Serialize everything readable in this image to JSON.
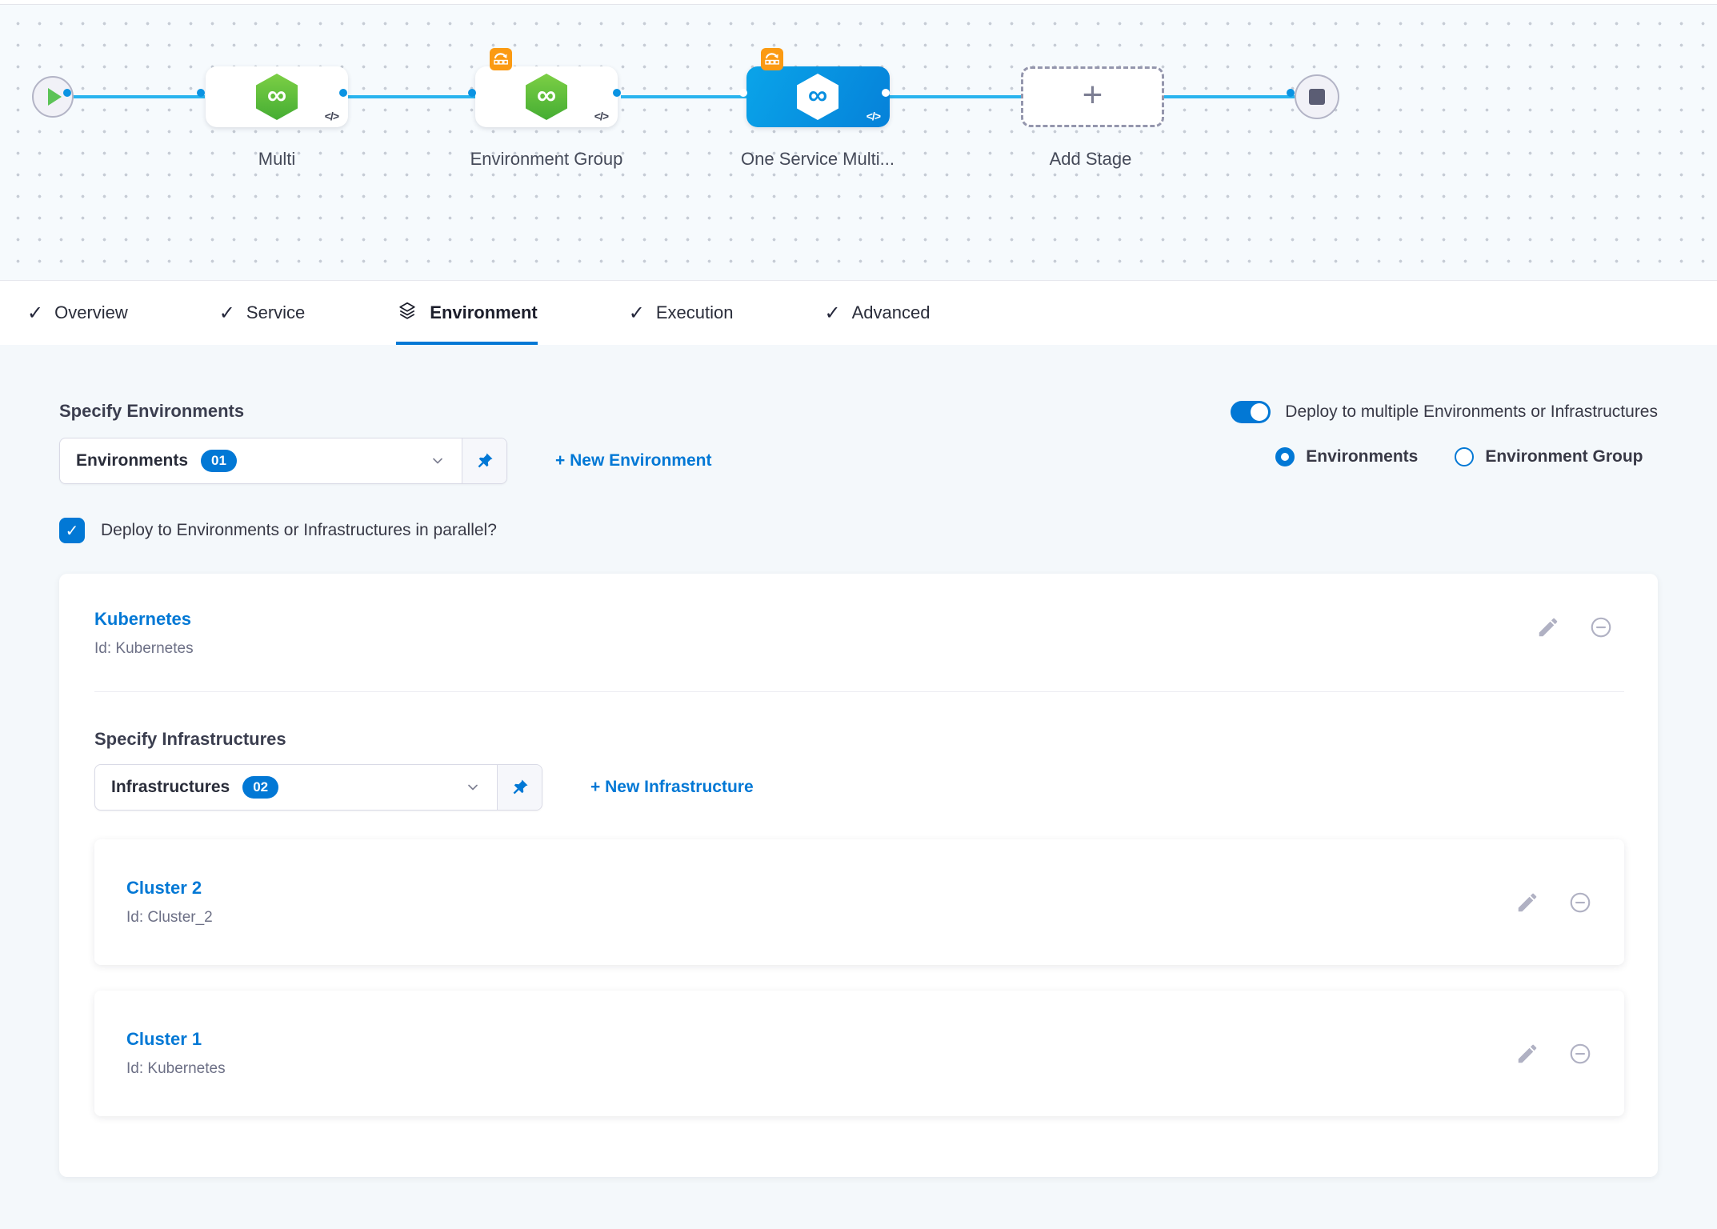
{
  "canvas": {
    "nodes": {
      "multi": {
        "label": "Multi"
      },
      "environment_group": {
        "label": "Environment Group"
      },
      "one_service": {
        "label": "One Service Multi...",
        "selected": true
      },
      "add_stage": {
        "label": "Add Stage"
      }
    }
  },
  "icons": {
    "code": "</>",
    "infinity": "∞",
    "plus": "+",
    "check": "✓"
  },
  "tabs": {
    "overview": "Overview",
    "service": "Service",
    "environment": "Environment",
    "execution": "Execution",
    "advanced": "Advanced",
    "active_tab": "Environment"
  },
  "environment_section": {
    "heading": "Specify Environments",
    "dropdown": {
      "label": "Environments",
      "count": "01"
    },
    "new_environment": "+ New Environment",
    "toggle_label": "Deploy to multiple Environments or Infrastructures",
    "toggle_on": true,
    "radio_environments": "Environments",
    "radio_environment_group": "Environment Group",
    "selected_radio": "Environments",
    "parallel_label": "Deploy to Environments or Infrastructures in parallel?",
    "parallel_checked": true
  },
  "environment_card": {
    "title": "Kubernetes",
    "id": "Id: Kubernetes",
    "infrastructure": {
      "heading": "Specify Infrastructures",
      "dropdown": {
        "label": "Infrastructures",
        "count": "02"
      },
      "new_infrastructure": "+ New Infrastructure",
      "clusters": [
        {
          "title": "Cluster 2",
          "id": "Id: Cluster_2"
        },
        {
          "title": "Cluster 1",
          "id": "Id: Kubernetes"
        }
      ]
    }
  },
  "colors": {
    "primary": "#0278d5",
    "node_selected": "#0b92e3",
    "connector": "#29b4ef",
    "green": "#52b43c",
    "orange": "#fb9a13"
  }
}
